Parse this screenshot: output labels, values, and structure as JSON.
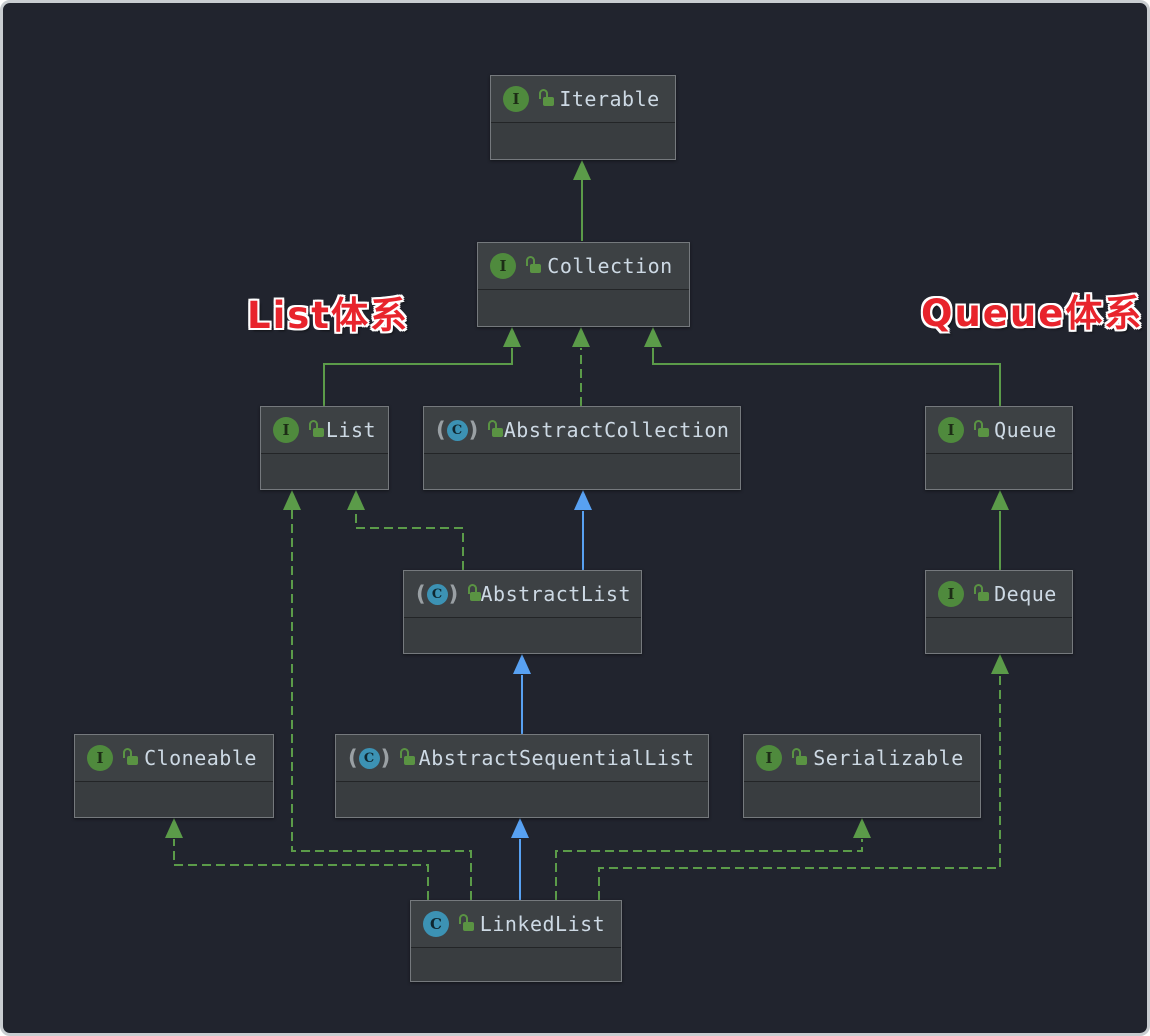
{
  "colors": {
    "bg": "#21242e",
    "box_title": "#3d4144",
    "box_body": "#393d40",
    "box_border": "#75797d",
    "text": "#cdd9e4",
    "green": "#5b9b49",
    "blue": "#58a1f2",
    "red": "#e8242c",
    "icon_interface": "#4f8a3d",
    "icon_class": "#3c92b4",
    "lock_green": "#5a9343",
    "paren_gray": "#9aa0a4"
  },
  "diagram": {
    "nodes": [
      {
        "id": "iterable",
        "label": "Iterable",
        "kind": "interface",
        "icon_letter": "I"
      },
      {
        "id": "collection",
        "label": "Collection",
        "kind": "interface",
        "icon_letter": "I"
      },
      {
        "id": "list",
        "label": "List",
        "kind": "interface",
        "icon_letter": "I"
      },
      {
        "id": "abstract-collection",
        "label": "AbstractCollection",
        "kind": "abstract-class",
        "icon_letter": "C"
      },
      {
        "id": "queue",
        "label": "Queue",
        "kind": "interface",
        "icon_letter": "I"
      },
      {
        "id": "abstract-list",
        "label": "AbstractList",
        "kind": "abstract-class",
        "icon_letter": "C"
      },
      {
        "id": "deque",
        "label": "Deque",
        "kind": "interface",
        "icon_letter": "I"
      },
      {
        "id": "cloneable",
        "label": "Cloneable",
        "kind": "interface",
        "icon_letter": "I"
      },
      {
        "id": "abstract-sequential-list",
        "label": "AbstractSequentialList",
        "kind": "abstract-class",
        "icon_letter": "C"
      },
      {
        "id": "serializable",
        "label": "Serializable",
        "kind": "interface",
        "icon_letter": "I"
      },
      {
        "id": "linked-list",
        "label": "LinkedList",
        "kind": "class",
        "icon_letter": "C"
      }
    ],
    "annotations": [
      {
        "text": "List体系"
      },
      {
        "text": "Queue体系"
      }
    ],
    "edges": [
      {
        "from": "collection",
        "to": "iterable",
        "relation": "extends",
        "style": "solid-green"
      },
      {
        "from": "list",
        "to": "collection",
        "relation": "extends",
        "style": "solid-green"
      },
      {
        "from": "abstract-collection",
        "to": "collection",
        "relation": "implements",
        "style": "dashed-green"
      },
      {
        "from": "queue",
        "to": "collection",
        "relation": "extends",
        "style": "solid-green"
      },
      {
        "from": "abstract-list",
        "to": "list",
        "relation": "implements",
        "style": "dashed-green"
      },
      {
        "from": "linked-list",
        "to": "list",
        "relation": "implements",
        "style": "dashed-green"
      },
      {
        "from": "abstract-list",
        "to": "abstract-collection",
        "relation": "extends",
        "style": "solid-blue"
      },
      {
        "from": "abstract-sequential-list",
        "to": "abstract-list",
        "relation": "extends",
        "style": "solid-blue"
      },
      {
        "from": "linked-list",
        "to": "abstract-sequential-list",
        "relation": "extends",
        "style": "solid-blue"
      },
      {
        "from": "linked-list",
        "to": "cloneable",
        "relation": "implements",
        "style": "dashed-green"
      },
      {
        "from": "linked-list",
        "to": "serializable",
        "relation": "implements",
        "style": "dashed-green"
      },
      {
        "from": "linked-list",
        "to": "deque",
        "relation": "implements",
        "style": "dashed-green"
      },
      {
        "from": "deque",
        "to": "queue",
        "relation": "extends",
        "style": "solid-green"
      }
    ]
  }
}
